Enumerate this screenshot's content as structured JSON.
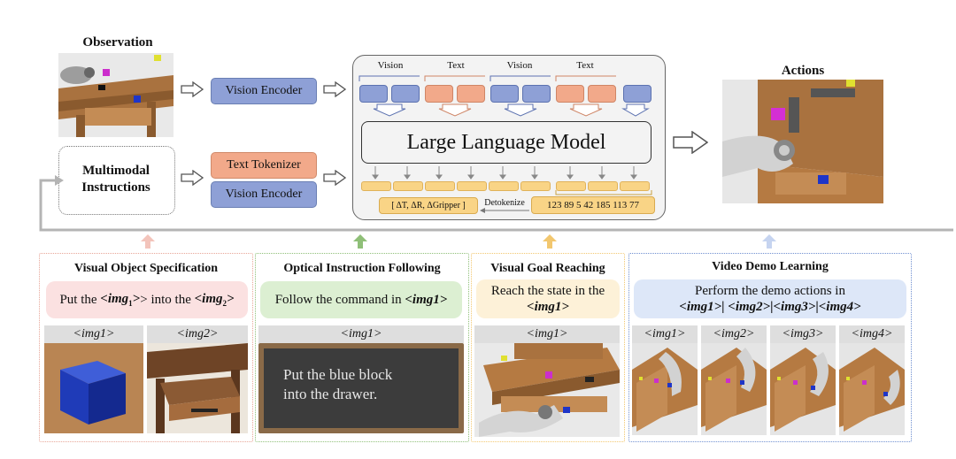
{
  "top": {
    "observation_title": "Observation",
    "actions_title": "Actions",
    "multimodal_line1": "Multimodal",
    "multimodal_line2": "Instructions",
    "vision_encoder_label": "Vision Encoder",
    "text_tokenizer_label": "Text Tokenizer",
    "vision_encoder2_label": "Vision Encoder",
    "llm_label": "Large Language Model",
    "group_labels": [
      "Vision",
      "Text",
      "Vision",
      "Text"
    ],
    "delta_label": "[ ΔT, ΔR, ΔGripper ]",
    "detokenize_label": "Detokenize",
    "token_ids": "123 89 5 42 185 113 77"
  },
  "panels": {
    "p1": {
      "title": "Visual Object Specification",
      "instruction_a": "Put the ",
      "img1": "<img",
      "sub1": "1",
      "instruction_b": "> into the ",
      "img2": "<img",
      "sub2": "2",
      "instruction_c": ">",
      "label1": "<img1>",
      "label2": "<img2>"
    },
    "p2": {
      "title": "Optical Instruction Following",
      "instruction": "Follow the command in ",
      "img1": "<img1>",
      "label1": "<img1>",
      "board_line1": "Put the blue block",
      "board_line2": "into the drawer."
    },
    "p3": {
      "title": "Visual Goal Reaching",
      "instruction_line1": "Reach the state in the",
      "img1": "<img1>",
      "label1": "<img1>"
    },
    "p4": {
      "title": "Video Demo Learning",
      "instruction_line1": "Perform the demo actions in",
      "instruction_line2": "<img1>| <img2>|<img3>|<img4>",
      "labels": [
        "<img1>",
        "<img2>",
        "<img3>",
        "<img4>"
      ]
    }
  },
  "colors": {
    "vision_blue": "#8ea0d6",
    "text_orange": "#f2a98a",
    "token_yellow": "#f9d486",
    "panel1": "#e8a597",
    "panel2": "#8fbf78",
    "panel3": "#f2c76f",
    "panel4": "#6f8fd0"
  }
}
